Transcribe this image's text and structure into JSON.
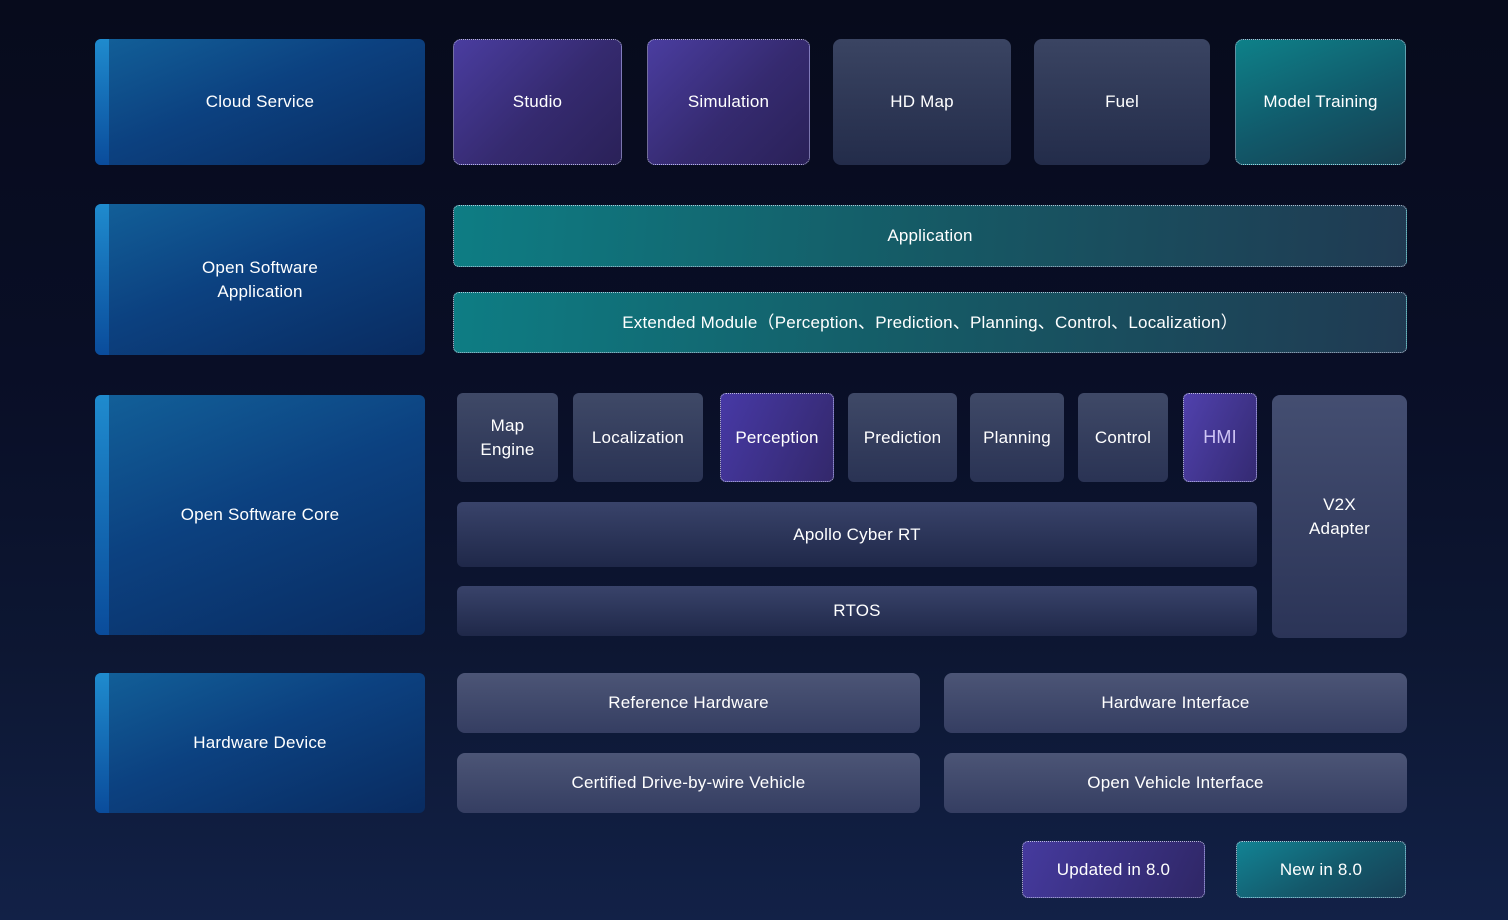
{
  "colors": {
    "background_top": "#070b1c",
    "background_bottom": "#122147",
    "blue_layer": "#0c4180",
    "blue_stripe": "#1f8bce",
    "slate_tile": "#3a4462",
    "slate_light": "#4c5576",
    "teal_new": "#0e7d84",
    "purple_updated": "#4a3da0",
    "hmi_text": "#cfc5f5",
    "dotted_border": "#d8dde8",
    "text": "#ffffff"
  },
  "left_column": {
    "cloud_service": "Cloud Service",
    "open_software_application": "Open Software Application",
    "open_software_core": "Open Software Core",
    "hardware_device": "Hardware Device"
  },
  "cloud_row": {
    "studio": "Studio",
    "simulation": "Simulation",
    "hd_map": "HD Map",
    "fuel": "Fuel",
    "model_training": "Model Training"
  },
  "application_row": {
    "application": "Application",
    "extended_module": "Extended Module（Perception、Prediction、Planning、Control、Localization）"
  },
  "core_row": {
    "map_engine": "Map Engine",
    "localization": "Localization",
    "perception": "Perception",
    "prediction": "Prediction",
    "planning": "Planning",
    "control": "Control",
    "hmi": "HMI",
    "v2x_adapter": "V2X Adapter",
    "apollo_cyber_rt": "Apollo Cyber RT",
    "rtos": "RTOS"
  },
  "hardware_row": {
    "reference_hardware": "Reference Hardware",
    "hardware_interface": "Hardware Interface",
    "certified_drive_by_wire_vehicle": "Certified Drive-by-wire Vehicle",
    "open_vehicle_interface": "Open Vehicle Interface"
  },
  "legend": {
    "updated": "Updated in 8.0",
    "new": "New in 8.0"
  }
}
